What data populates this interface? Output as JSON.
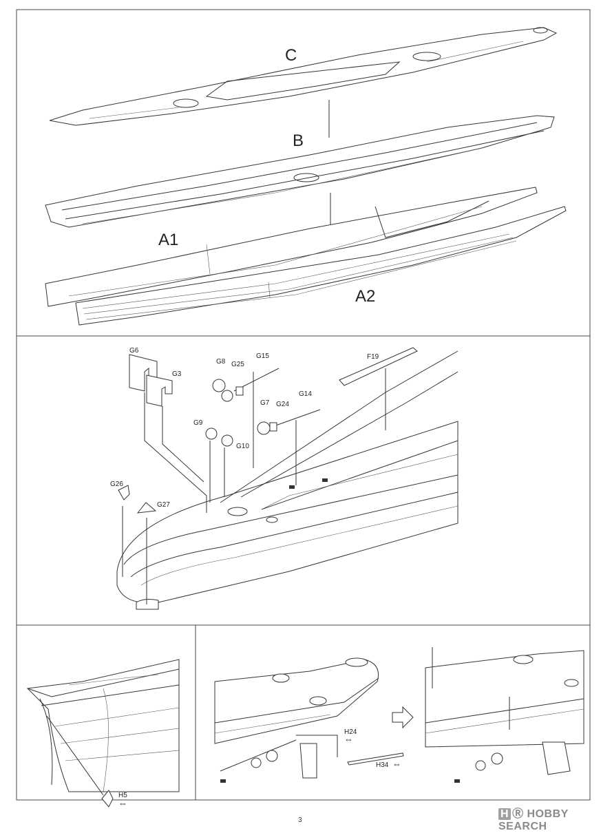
{
  "page_number": "3",
  "watermark": {
    "brand": "H",
    "text": "HOBBY SEARCH",
    "symbol": "Ⓡ"
  },
  "panels": [
    {
      "id": "step-1",
      "labels": [
        "C",
        "B",
        "A1",
        "A2"
      ]
    },
    {
      "id": "step-2",
      "labels": [
        "G6",
        "G3",
        "G8",
        "G25",
        "G15",
        "F19",
        "G7",
        "G24",
        "G14",
        "G9",
        "G10",
        "G26",
        "G27"
      ]
    },
    {
      "id": "step-3",
      "labels": [
        "H5"
      ],
      "symbol": "⇔"
    },
    {
      "id": "step-4",
      "labels": [
        "H24",
        "H34"
      ],
      "symbol": "⇔"
    }
  ],
  "labels": {
    "C": "C",
    "B": "B",
    "A1": "A1",
    "A2": "A2",
    "G6": "G6",
    "G3": "G3",
    "G8": "G8",
    "G25": "G25",
    "G15": "G15",
    "F19": "F19",
    "G7": "G7",
    "G24": "G24",
    "G14": "G14",
    "G9": "G9",
    "G10": "G10",
    "G26": "G26",
    "G27": "G27",
    "H5": "H5",
    "H24": "H24",
    "H34": "H34",
    "arrow_sym": "⇔"
  },
  "colors": {
    "line": "#333333",
    "frame": "#444444",
    "watermark": "#8a8a8a"
  }
}
